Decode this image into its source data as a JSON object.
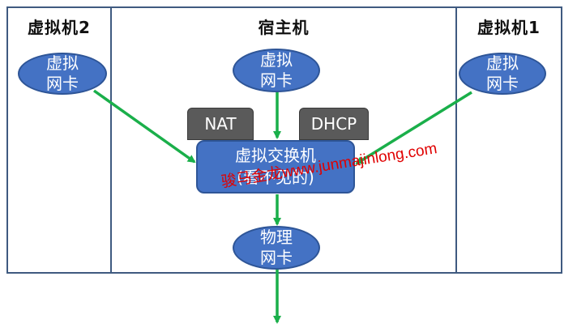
{
  "panels": {
    "vm2_title": "虚拟机2",
    "host_title": "宿主机",
    "vm1_title": "虚拟机1"
  },
  "nodes": {
    "vm2_nic": [
      "虚拟",
      "网卡"
    ],
    "host_nic": [
      "虚拟",
      "网卡"
    ],
    "vm1_nic": [
      "虚拟",
      "网卡"
    ],
    "nat": "NAT",
    "dhcp": "DHCP",
    "switch": [
      "虚拟交换机",
      "(看不见的)"
    ],
    "physical_nic": [
      "物理",
      "网卡"
    ]
  },
  "watermark": "骏马金龙www.junmajinlong.com",
  "colors": {
    "node_fill": "#4472c4",
    "tag_fill": "#5a5a5a",
    "arrow": "#1aaf4a",
    "frame": "#3f5a80",
    "watermark": "#e00000"
  }
}
